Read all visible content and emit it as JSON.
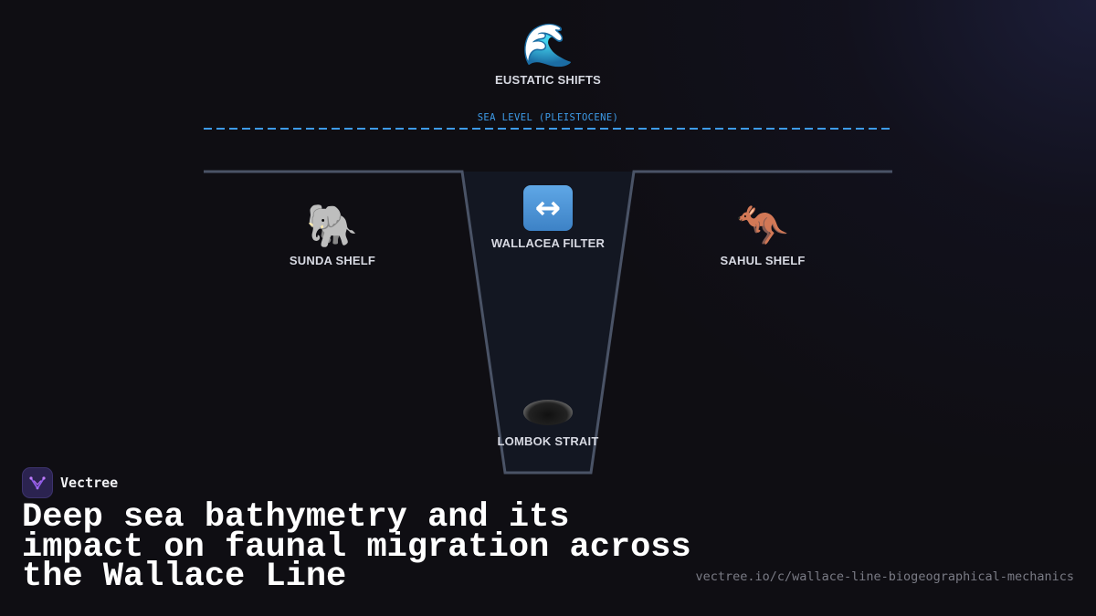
{
  "diagram": {
    "sea_level_label": "SEA LEVEL (PLEISTOCENE)",
    "nodes": {
      "eustatic": {
        "label": "EUSTATIC SHIFTS",
        "icon": "wave-icon",
        "emoji": "🌊"
      },
      "sunda": {
        "label": "SUNDA SHELF",
        "icon": "elephant-icon",
        "emoji": "🐘"
      },
      "wallacea": {
        "label": "WALLACEA FILTER",
        "icon": "left-right-arrow-icon",
        "emoji": "↔"
      },
      "sahul": {
        "label": "SAHUL SHELF",
        "icon": "kangaroo-icon",
        "emoji": "🦘"
      },
      "lombok": {
        "label": "LOMBOK STRAIT",
        "icon": "hole-icon"
      }
    },
    "colors": {
      "sea_level_line": "#3d9be8",
      "seabed_line": "#4a5366",
      "trench_fill": "#131722"
    }
  },
  "brand": {
    "name": "Vectree"
  },
  "title": "Deep sea bathymetry and its impact on faunal migration across the Wallace Line",
  "url": "vectree.io/c/wallace-line-biogeographical-mechanics"
}
